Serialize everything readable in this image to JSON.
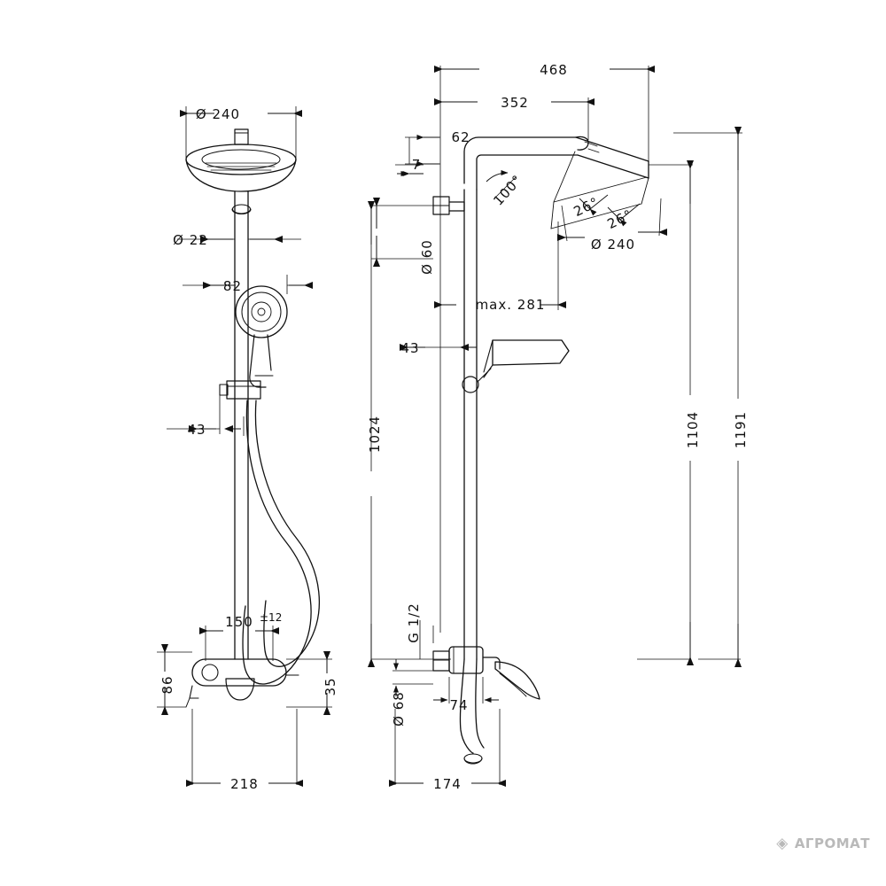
{
  "figure": {
    "title": "Shower system technical dimension drawing",
    "views": [
      {
        "name": "front-view",
        "label": ""
      },
      {
        "name": "side-view",
        "label": ""
      }
    ]
  },
  "watermark": {
    "glyph": "◈",
    "text": "АГРОМАТ"
  },
  "chart_data": {
    "type": "table",
    "title": "Shower system technical dimension drawing",
    "front_view_dimensions": [
      "Ø 240",
      "Ø 22",
      "82",
      "43",
      "150±12",
      "86",
      "35",
      "218"
    ],
    "side_view_dimensions": [
      "468",
      "352",
      "62",
      "7",
      "100°",
      "26°",
      "26°",
      "Ø 240",
      "Ø 60",
      "max. 281",
      "43",
      "1024",
      "1104",
      "1191",
      "G 1/2",
      "Ø 68",
      "74",
      "174"
    ]
  },
  "labels": {
    "d240_front": "Ø 240",
    "d22": "Ø 22",
    "n82": "82",
    "n43_front": "43",
    "n150": "150",
    "n150_tol": "±12",
    "n86": "86",
    "n35": "35",
    "n218": "218",
    "n468": "468",
    "n352": "352",
    "n62": "62",
    "n7": "7",
    "a100": "100°",
    "a26a": "26°",
    "a26b": "26°",
    "d240_side": "Ø 240",
    "d60": "Ø 60",
    "max281": "max. 281",
    "n43_side": "43",
    "n1024": "1024",
    "n1104": "1104",
    "n1191": "1191",
    "g12": "G 1/2",
    "d68": "Ø 68",
    "n74": "74",
    "n174": "174"
  }
}
